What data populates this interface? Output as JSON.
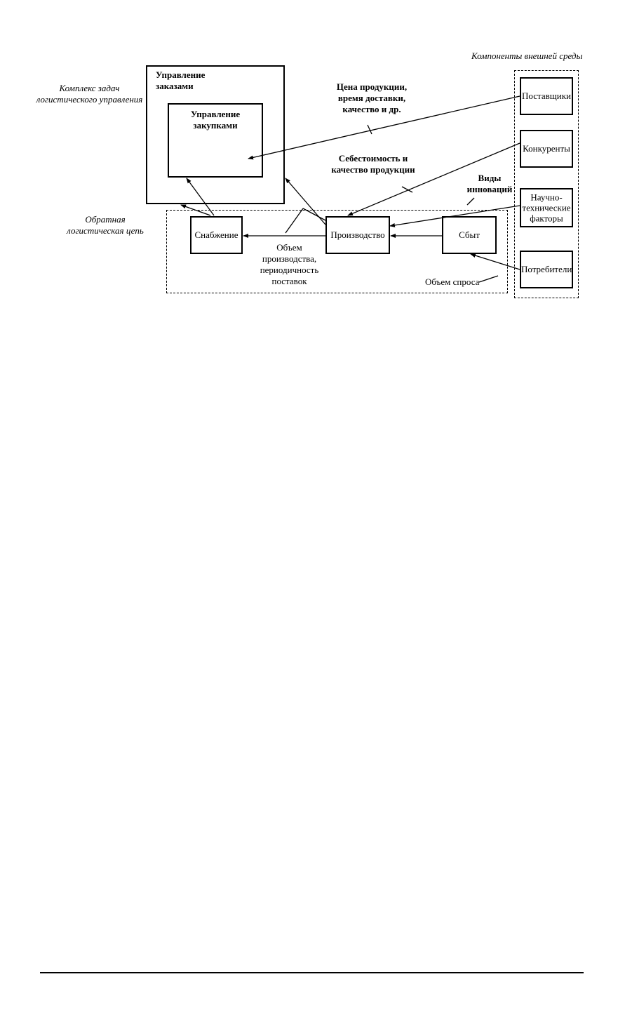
{
  "outer_labels": {
    "external_env": "Компоненты внешней среды",
    "task_complex": "Комплекс задач\nлогистического управления",
    "reverse_chain": "Обратная\nлогистическая цепь"
  },
  "boxes": {
    "order_mgmt": "Управление\nзаказами",
    "purchase_mgmt": "Управление\nзакупками",
    "supply": "Снабжение",
    "production": "Производство",
    "sales": "Сбыт",
    "suppliers": "Поставщики",
    "competitors": "Конкуренты",
    "sci_tech": "Научно-\nтехнические\nфакторы",
    "consumers": "Потребители"
  },
  "flow_labels": {
    "price": "Цена продукции,\nвремя доставки,\nкачество и др.",
    "cost": "Себестоимость и\nкачество продукции",
    "innovations": "Виды\nинноваций",
    "volume": "Объем\nпроизводства,\nпериодичность\nпоставок",
    "demand": "Объем спроса"
  }
}
